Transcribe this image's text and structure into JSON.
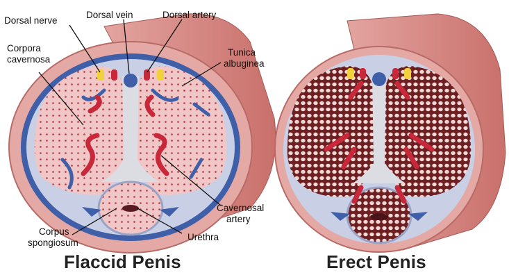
{
  "labels": {
    "dorsal_nerve": "Dorsal nerve",
    "dorsal_vein": "Dorsal vein",
    "dorsal_artery": "Dorsal artery",
    "corpora_cavernosa_1": "Corpora",
    "corpora_cavernosa_2": "cavernosa",
    "tunica_albuginea_1": "Tunica",
    "tunica_albuginea_2": "albuginea",
    "cavernosal_artery_1": "Cavernosal",
    "cavernosal_artery_2": "artery",
    "urethra": "Urethra",
    "corpus_spongiosum_1": "Corpus",
    "corpus_spongiosum_2": "spongiosum"
  },
  "captions": {
    "left": "Flaccid Penis",
    "right": "Erect Penis"
  },
  "colors": {
    "skin": "#d98a86",
    "skin_dark": "#b85c58",
    "tunica_blue": "#3f5fa8",
    "tissue_flaccid": "#f2c4c4",
    "tissue_erect": "#7a2424",
    "artery_red": "#c8283a",
    "nerve_yellow": "#f2d23a",
    "septum_gray": "#d9d9e0"
  }
}
